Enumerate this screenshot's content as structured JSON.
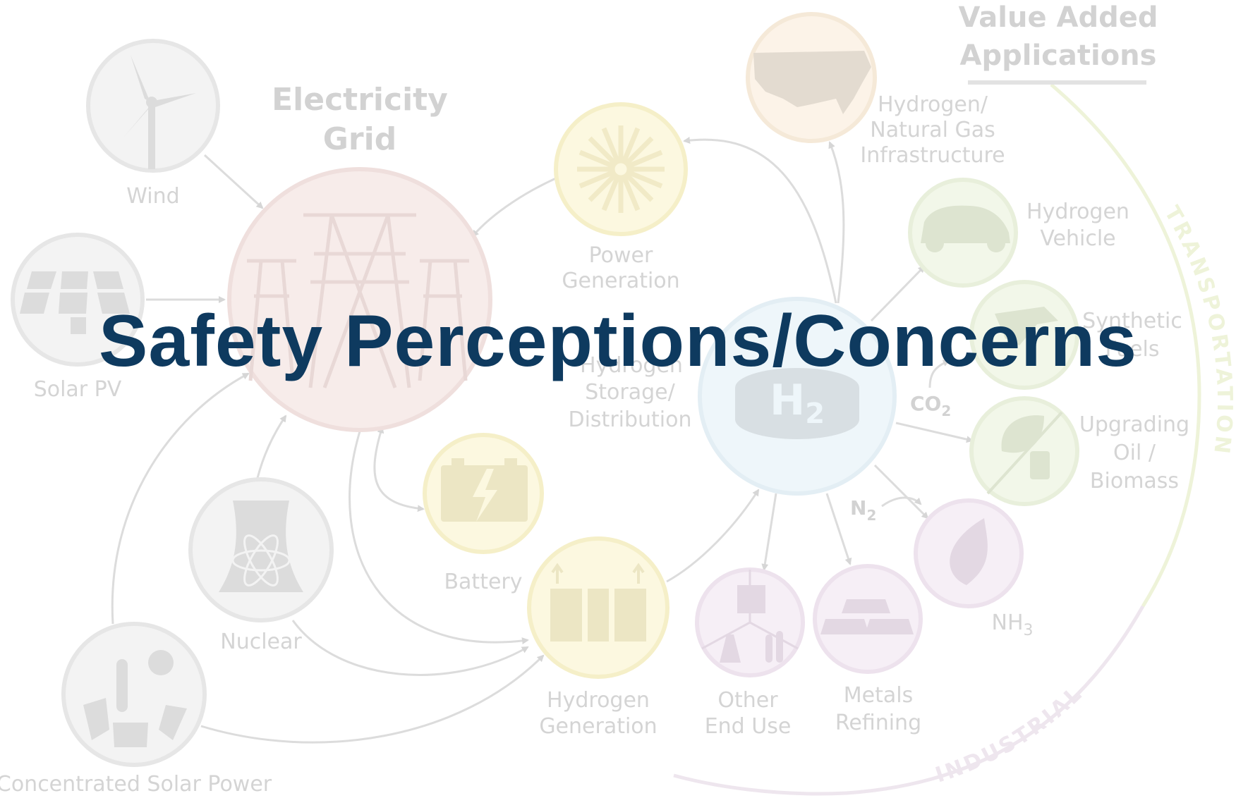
{
  "title": "Safety Perceptions/Concerns",
  "section_header": {
    "line1": "Value Added",
    "line2": "Applications"
  },
  "arc_labels": {
    "transportation": "TRANSPORTATION",
    "industrial": "INDUSTRIAL"
  },
  "nodes": {
    "wind": {
      "label": "Wind",
      "icon": "wind-turbine-icon",
      "color": "#e6e6e6"
    },
    "solar_pv": {
      "label": "Solar PV",
      "icon": "solar-panel-icon",
      "color": "#e6e6e6"
    },
    "csp": {
      "label": "Concentrated Solar Power",
      "icon": "concentrated-solar-icon",
      "color": "#e6e6e6"
    },
    "nuclear": {
      "label": "Nuclear",
      "icon": "nuclear-plant-icon",
      "color": "#e6e6e6"
    },
    "grid": {
      "line1": "Electricity",
      "line2": "Grid",
      "icon": "power-tower-icon",
      "color": "#f6e7e5"
    },
    "power_gen": {
      "line1": "Power",
      "line2": "Generation",
      "icon": "turbine-icon",
      "color": "#fbf6dc"
    },
    "battery": {
      "label": "Battery",
      "icon": "battery-icon",
      "color": "#fbf6dc"
    },
    "h2_gen": {
      "line1": "Hydrogen",
      "line2": "Generation",
      "icon": "electrolyzer-icon",
      "color": "#fbf6dc"
    },
    "h2_storage": {
      "line1": "Hydrogen",
      "line2": "Storage/",
      "line3": "Distribution",
      "icon_text": "H",
      "icon_sub": "2",
      "icon": "hydrogen-storage-icon",
      "color": "#eaf3f8"
    },
    "infra": {
      "line1": "Hydrogen/",
      "line2": "Natural Gas",
      "line3": "Infrastructure",
      "icon": "us-map-icon",
      "color": "#fbf1e4"
    },
    "vehicle": {
      "line1": "Hydrogen",
      "line2": "Vehicle",
      "icon": "car-icon",
      "color": "#eef4e4"
    },
    "synfuel": {
      "line1": "Synthetic",
      "line2": "Fuels",
      "icon": "fuel-nozzle-icon",
      "color": "#eef4e4"
    },
    "upgrading": {
      "line1": "Upgrading",
      "line2": "Oil /",
      "line3": "Biomass",
      "icon": "leaf-oil-icon",
      "color": "#eef4e4"
    },
    "nh3": {
      "label": "NH",
      "sub": "3",
      "icon": "ammonia-flame-icon",
      "color": "#f4ecf4"
    },
    "metals": {
      "line1": "Metals",
      "line2": "Refining",
      "icon": "metal-ingots-icon",
      "color": "#f4ecf4"
    },
    "other": {
      "line1": "Other",
      "line2": "End Use",
      "icon": "lab-flask-icon",
      "color": "#f4ecf4"
    }
  },
  "inputs": {
    "co2": {
      "text": "CO",
      "sub": "2"
    },
    "n2": {
      "text": "N",
      "sub": "2"
    }
  },
  "colors": {
    "title": "#0e3a5f",
    "faint_text": "#d4d4d4",
    "arrow": "#dcdcdc",
    "transport_arc": "#eef3d9",
    "industrial_arc": "#eee6ee"
  }
}
